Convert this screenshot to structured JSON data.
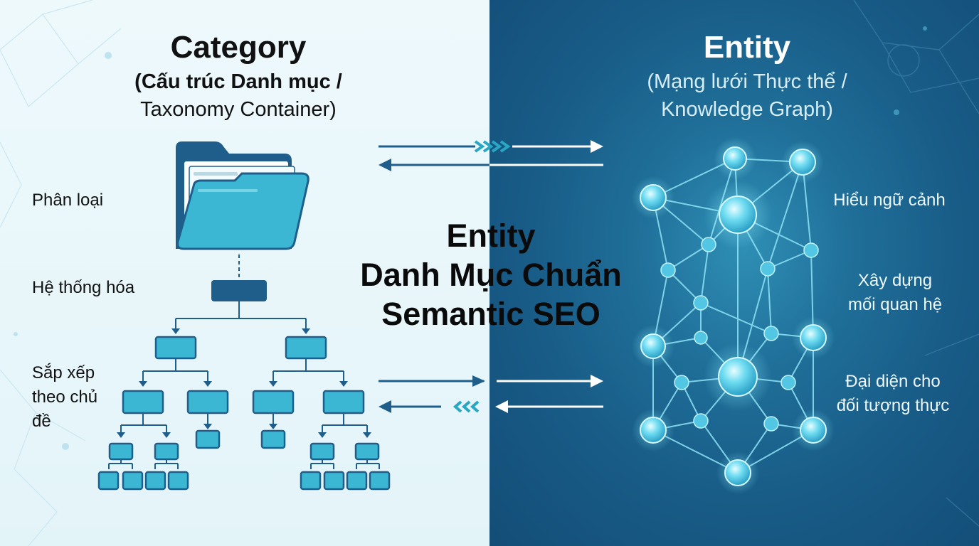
{
  "category": {
    "title": "Category",
    "subtitle_bold": "(Cấu trúc Danh mục /",
    "subtitle_rest": "Taxonomy Container)",
    "labels": {
      "classify": "Phân loại",
      "systematize": "Hệ thống hóa",
      "arrange": "Sắp xếp\ntheo chủ\nđề"
    }
  },
  "entity": {
    "title": "Entity",
    "subtitle": "(Mạng lưới Thực thể /\nKnowledge Graph)",
    "labels": {
      "context": "Hiểu ngữ cảnh",
      "relations": "Xây dựng\nmối quan hệ",
      "represent": "Đại diện cho\nđối tượng thực"
    }
  },
  "center_title": "Entity\nDanh Mục Chuẩn\nSemantic SEO",
  "colors": {
    "left_bg": "#e6f6fa",
    "right_bg": "#1a5f8b",
    "accent": "#2aa6c5",
    "dark_blue": "#1d5a86",
    "node_glow": "#7ee6f8"
  },
  "icons": [
    "folder-icon",
    "tree-diagram",
    "knowledge-graph",
    "arrow-right-icon",
    "arrow-left-icon",
    "chevron-arrows-icon"
  ]
}
